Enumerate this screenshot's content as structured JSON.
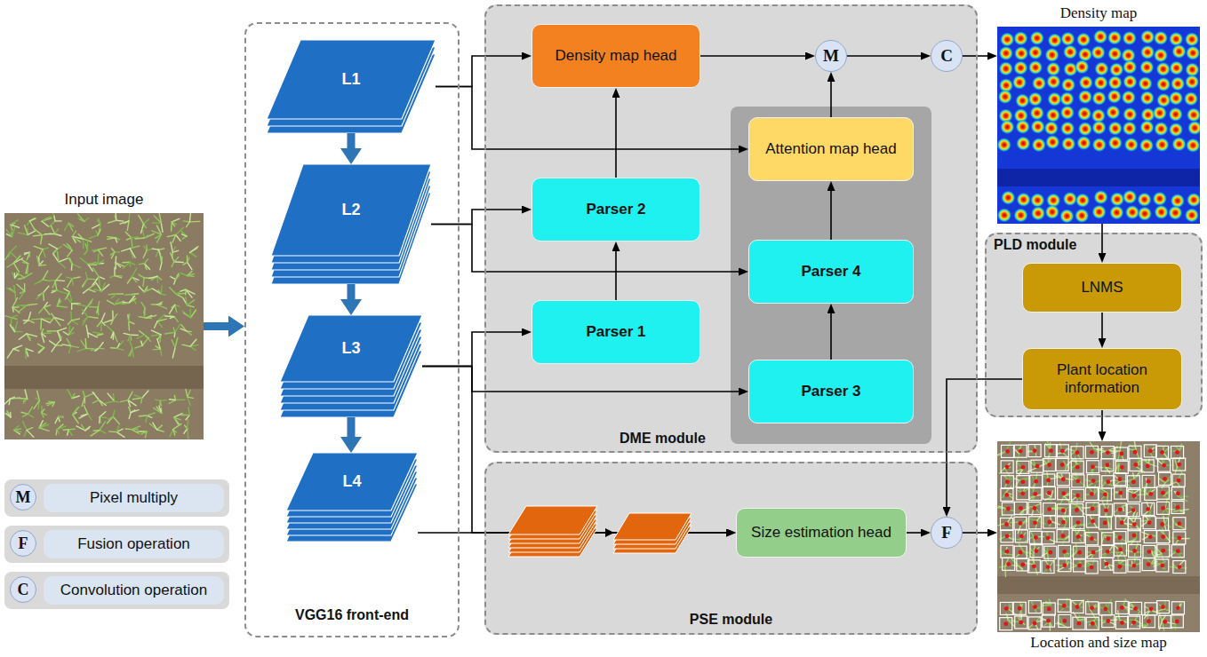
{
  "diagram": {
    "nodes": [
      {
        "text": [
          "Input image"
        ]
      },
      {
        "text": [
          "VGG16 front-end"
        ]
      },
      {
        "text": [
          "L1"
        ],
        "in": 1
      },
      {
        "text": [
          "L2"
        ],
        "in": 1
      },
      {
        "text": [
          "L3"
        ],
        "in": 1
      },
      {
        "text": [
          "L4"
        ],
        "in": 1
      },
      {
        "text": [
          "DME module"
        ]
      },
      {
        "text": [
          "Density map head"
        ],
        "in": 6
      },
      {
        "text": [
          "M"
        ],
        "in": 6
      },
      {
        "text": [
          "C"
        ],
        "in": 6
      },
      {
        "text": [
          "Attention map head"
        ],
        "in": 6
      },
      {
        "text": [
          "Parser 2"
        ],
        "in": 6
      },
      {
        "text": [
          "Parser 4"
        ],
        "in": 6
      },
      {
        "text": [
          "Parser 1"
        ],
        "in": 6
      },
      {
        "text": [
          "Parser 3"
        ],
        "in": 6
      },
      {
        "text": [
          "Density map"
        ]
      },
      {
        "text": [
          "PLD module"
        ]
      },
      {
        "text": [
          "LNMS"
        ],
        "in": 16
      },
      {
        "text": [
          "Plant location information"
        ],
        "in": 16
      },
      {
        "text": [
          "PSE module"
        ]
      },
      {
        "text": [
          "Size estimation head"
        ],
        "in": 19
      },
      {
        "text": [
          "F"
        ],
        "in": 19
      },
      {
        "text": [
          "Location and size map"
        ]
      }
    ],
    "edges": [
      {
        "from": 0,
        "to": 1,
        "arrow": "to"
      },
      {
        "from": 2,
        "to": 3,
        "arrow": "to"
      },
      {
        "from": 3,
        "to": 4,
        "arrow": "to"
      },
      {
        "from": 4,
        "to": 5,
        "arrow": "to"
      },
      {
        "from": 2,
        "to": 7,
        "arrow": "to"
      },
      {
        "from": 2,
        "to": 10,
        "arrow": "to"
      },
      {
        "from": 3,
        "to": 11,
        "arrow": "to"
      },
      {
        "from": 3,
        "to": 12,
        "arrow": "to"
      },
      {
        "from": 4,
        "to": 13,
        "arrow": "to"
      },
      {
        "from": 4,
        "to": 14,
        "arrow": "to"
      },
      {
        "from": 4,
        "to": 20,
        "arrow": "to"
      },
      {
        "from": 5,
        "to": 20,
        "arrow": "to"
      },
      {
        "from": 13,
        "to": 11,
        "arrow": "to"
      },
      {
        "from": 11,
        "to": 7,
        "arrow": "to"
      },
      {
        "from": 14,
        "to": 12,
        "arrow": "to"
      },
      {
        "from": 12,
        "to": 10,
        "arrow": "to"
      },
      {
        "from": 7,
        "to": 8,
        "arrow": "to"
      },
      {
        "from": 10,
        "to": 8,
        "arrow": "to"
      },
      {
        "from": 8,
        "to": 9,
        "arrow": "to"
      },
      {
        "from": 9,
        "to": 15,
        "arrow": "to"
      },
      {
        "from": 15,
        "to": 17,
        "arrow": "to"
      },
      {
        "from": 17,
        "to": 18,
        "arrow": "to"
      },
      {
        "from": 18,
        "to": 21,
        "arrow": "to"
      },
      {
        "from": 18,
        "to": 22,
        "arrow": "to"
      },
      {
        "from": 20,
        "to": 21,
        "arrow": "to"
      },
      {
        "from": 21,
        "to": 22,
        "arrow": "to"
      }
    ],
    "labels": [
      "M",
      "F",
      "C"
    ],
    "legend": [
      {
        "text": "Pixel multiply"
      },
      {
        "text": "Fusion operation"
      },
      {
        "text": "Convolution operation"
      }
    ]
  }
}
